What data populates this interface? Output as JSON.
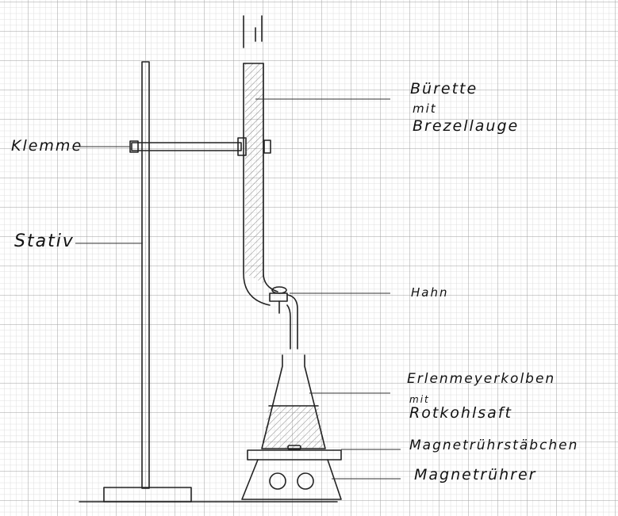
{
  "title": "Titration setup sketch",
  "labels": {
    "clamp": "Klemme",
    "stand": "Stativ",
    "burette_line1": "Bürette",
    "burette_line2": "mit",
    "burette_line3": "Brezellauge",
    "stopcock": "Hahn",
    "flask_line1": "Erlenmeyerkolben",
    "flask_line2": "mit",
    "flask_line3": "Rotkohlsaft",
    "stir_bar": "Magnetrührstäbchen",
    "stirrer": "Magnetrührer"
  },
  "colors": {
    "paper": "#ffffff",
    "grid_minor": "#d4d4d4",
    "grid_major": "#9a9a9a",
    "ink": "#222222"
  }
}
